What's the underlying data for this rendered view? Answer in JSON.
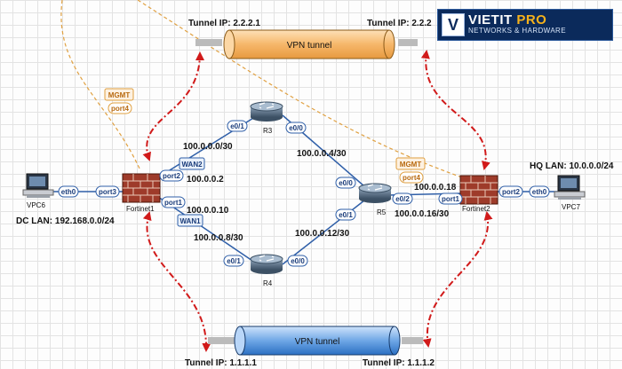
{
  "brand": {
    "name": "VIETIT",
    "pro": "PRO",
    "sub": "NETWORKS & HARDWARE",
    "logo": "V"
  },
  "tunnels": {
    "top": {
      "label": "VPN tunnel",
      "ip_left": "Tunnel IP: 2.2.2.1",
      "ip_right": "Tunnel IP: 2.2.2"
    },
    "bottom": {
      "label": "VPN tunnel",
      "ip_left": "Tunnel IP: 1.1.1.1",
      "ip_right": "Tunnel IP: 1.1.1.2"
    }
  },
  "nodes": {
    "vpc6": "VPC6",
    "vpc7": "VPC7",
    "fortinet1": "Fortinet1",
    "fortinet2": "Fortinet2",
    "r3": "R3",
    "r4": "R4",
    "r5": "R5"
  },
  "lans": {
    "dc": "DC LAN: 192.168.0.0/24",
    "hq": "HQ LAN: 10.0.0.0/24"
  },
  "ports": {
    "vpc6_eth0": "eth0",
    "f1_port3": "port3",
    "f1_port2": "port2",
    "f1_port1": "port1",
    "f1_port4": "port4",
    "f1_mgmt": "MGMT",
    "f1_wan2": "WAN2",
    "f1_wan1": "WAN1",
    "r3_e01": "e0/1",
    "r3_e00": "e0/0",
    "r4_e01": "e0/1",
    "r4_e00": "e0/0",
    "r5_e00": "e0/0",
    "r5_e01": "e0/1",
    "r5_e02": "e0/2",
    "f2_port1": "port1",
    "f2_port2": "port2",
    "f2_port4": "port4",
    "f2_mgmt": "MGMT",
    "vpc7_eth0": "eth0"
  },
  "subnets": {
    "s0": "100.0.0.0/30",
    "s4": "100.0.0.4/30",
    "s8": "100.0.0.8/30",
    "s12": "100.0.0.12/30",
    "s16": "100.0.0.16/30",
    "ip2": "100.0.0.2",
    "ip10": "100.0.0.10",
    "ip18": "100.0.0.18"
  },
  "colors": {
    "link": "#2f5fa8",
    "mgmt": "#e0a040",
    "arrow": "#d11a1a",
    "tunnel_top": "#f6b76a",
    "tunnel_bottom": "#3a7fd0"
  }
}
